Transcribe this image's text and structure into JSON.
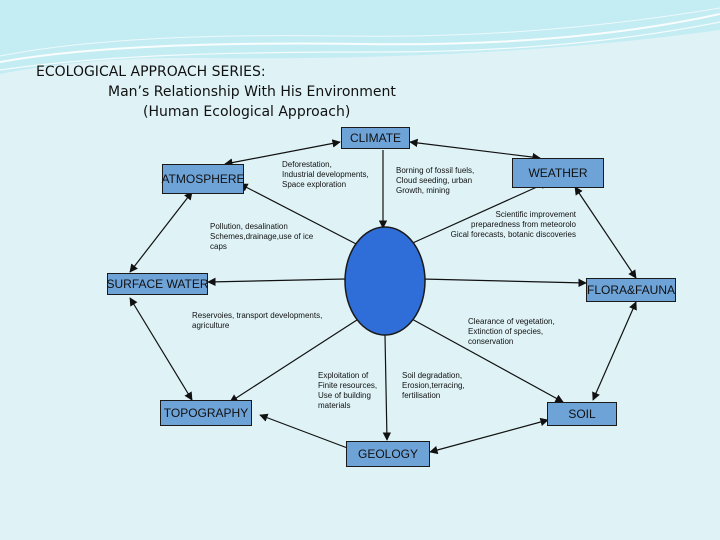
{
  "header": {
    "line1": "ECOLOGICAL APPROACH SERIES:",
    "line2": "Man’s Relationship With His Environment",
    "line3": "(Human Ecological Approach)"
  },
  "nodes": {
    "climate": "CLIMATE",
    "weather": "WEATHER",
    "flora_fauna": "FLORA&FAUNA",
    "soil": "SOIL",
    "geology": "GEOLOGY",
    "topography": "TOPOGRAPHY",
    "surface_water": "SURFACE WATER",
    "atmosphere": "ATMOSPHERE"
  },
  "annotations": {
    "atmosphere": [
      "Deforestation,",
      "Industrial developments,",
      "Space exploration"
    ],
    "climate": [
      "Borning of fossil fuels,",
      "Cloud seeding, urban",
      "Growth, mining"
    ],
    "weather": [
      "Scientific improvement",
      "preparedness from meteorolo",
      "Gical forecasts, botanic discoveries"
    ],
    "surface_water_top": [
      "Pollution, desalination",
      "Schemes,drainage,use of ice",
      "caps"
    ],
    "surface_water_bottom": [
      "Reservoies, transport developments,",
      "agriculture"
    ],
    "flora_fauna": [
      "Clearance of vegetation,",
      "Extinction of species,",
      "conservation"
    ],
    "topography": [
      "Exploitation of",
      "Finite resources,",
      "Use of building",
      "materials"
    ],
    "soil": [
      "Soil degradation,",
      "Erosion,terracing,",
      "fertilisation"
    ]
  },
  "colors": {
    "background": "#dff3f7",
    "box_fill": "#6ea3d8",
    "center_fill": "#2f6ed8",
    "header_wave": "#b8e6ef"
  }
}
